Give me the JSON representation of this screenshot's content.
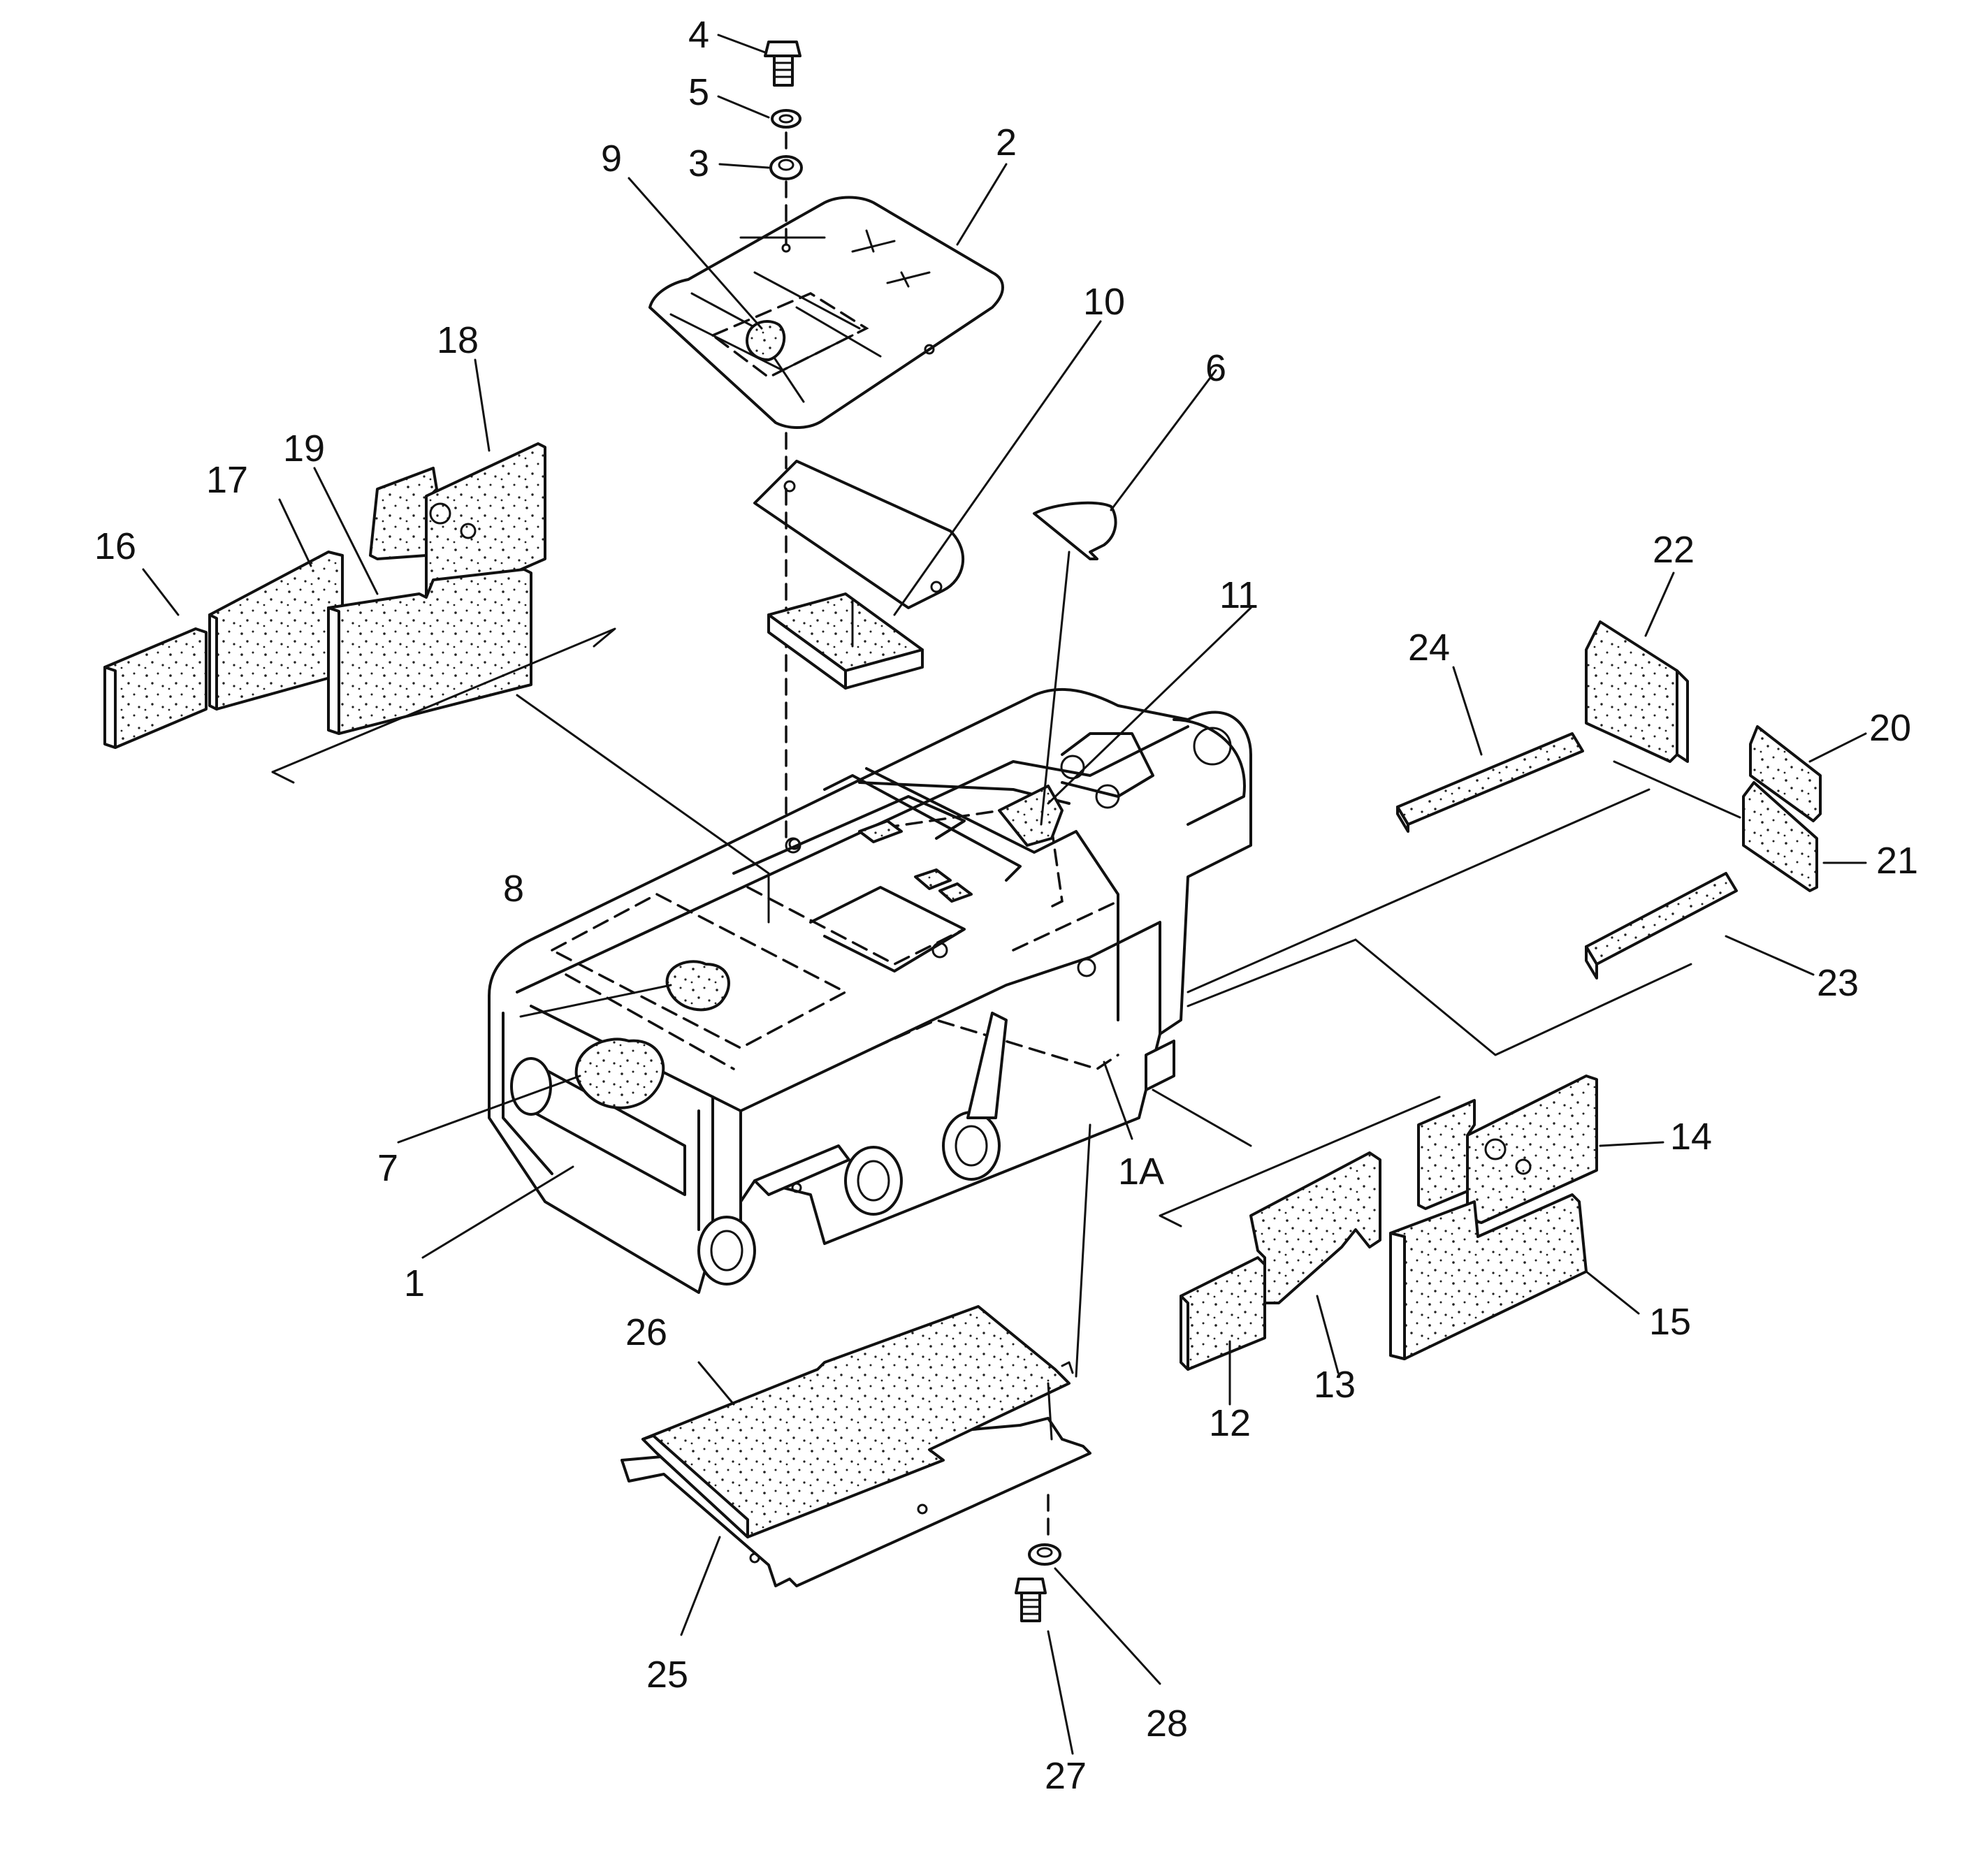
{
  "diagram": {
    "callouts": [
      {
        "id": "c1",
        "text": "1"
      },
      {
        "id": "c1A",
        "text": "1A"
      },
      {
        "id": "c2",
        "text": "2"
      },
      {
        "id": "c3",
        "text": "3"
      },
      {
        "id": "c4",
        "text": "4"
      },
      {
        "id": "c5",
        "text": "5"
      },
      {
        "id": "c6",
        "text": "6"
      },
      {
        "id": "c7",
        "text": "7"
      },
      {
        "id": "c8",
        "text": "8"
      },
      {
        "id": "c9",
        "text": "9"
      },
      {
        "id": "c10",
        "text": "10"
      },
      {
        "id": "c11",
        "text": "11"
      },
      {
        "id": "c12",
        "text": "12"
      },
      {
        "id": "c13",
        "text": "13"
      },
      {
        "id": "c14",
        "text": "14"
      },
      {
        "id": "c15",
        "text": "15"
      },
      {
        "id": "c16",
        "text": "16"
      },
      {
        "id": "c17",
        "text": "17"
      },
      {
        "id": "c18",
        "text": "18"
      },
      {
        "id": "c19",
        "text": "19"
      },
      {
        "id": "c20",
        "text": "20"
      },
      {
        "id": "c21",
        "text": "21"
      },
      {
        "id": "c22",
        "text": "22"
      },
      {
        "id": "c23",
        "text": "23"
      },
      {
        "id": "c24",
        "text": "24"
      },
      {
        "id": "c25",
        "text": "25"
      },
      {
        "id": "c26",
        "text": "26"
      },
      {
        "id": "c27",
        "text": "27"
      },
      {
        "id": "c28",
        "text": "28"
      }
    ]
  }
}
